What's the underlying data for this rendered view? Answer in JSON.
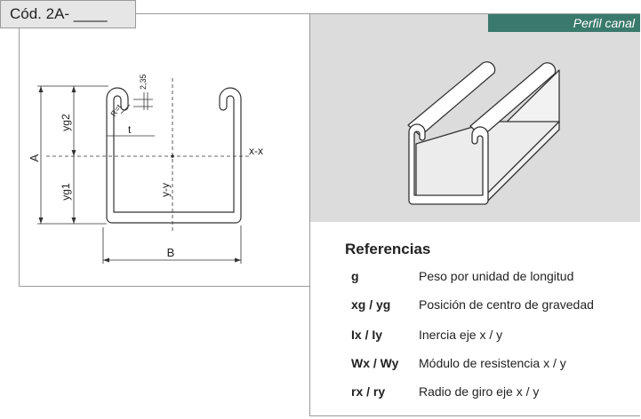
{
  "code_tab": {
    "label": "Cód. 2A- ____"
  },
  "drawing": {
    "labels": {
      "A": "A",
      "B": "B",
      "yg1": "yg1",
      "yg2": "yg2",
      "thickness_dim": "2,35",
      "radius": "R=t",
      "t": "t",
      "x_axis": "x-x",
      "y_axis": "y-y"
    }
  },
  "isometric": {
    "label": "Perfil canal"
  },
  "references": {
    "title": "Referencias",
    "rows": [
      {
        "symbol": "g",
        "description": "Peso por unidad de longitud"
      },
      {
        "symbol": "xg / yg",
        "description": "Posición de centro de gravedad"
      },
      {
        "symbol": "Ix  / Iy",
        "description": "Inercia eje x / y"
      },
      {
        "symbol": "Wx / Wy",
        "description": "Módulo de resistencia x / y"
      },
      {
        "symbol": "rx / ry",
        "description": "Radio de giro eje x / y"
      }
    ]
  },
  "colors": {
    "accent": "#3a7a6c",
    "panel_gray": "#dcdcdc",
    "border": "#9a9a9a"
  }
}
